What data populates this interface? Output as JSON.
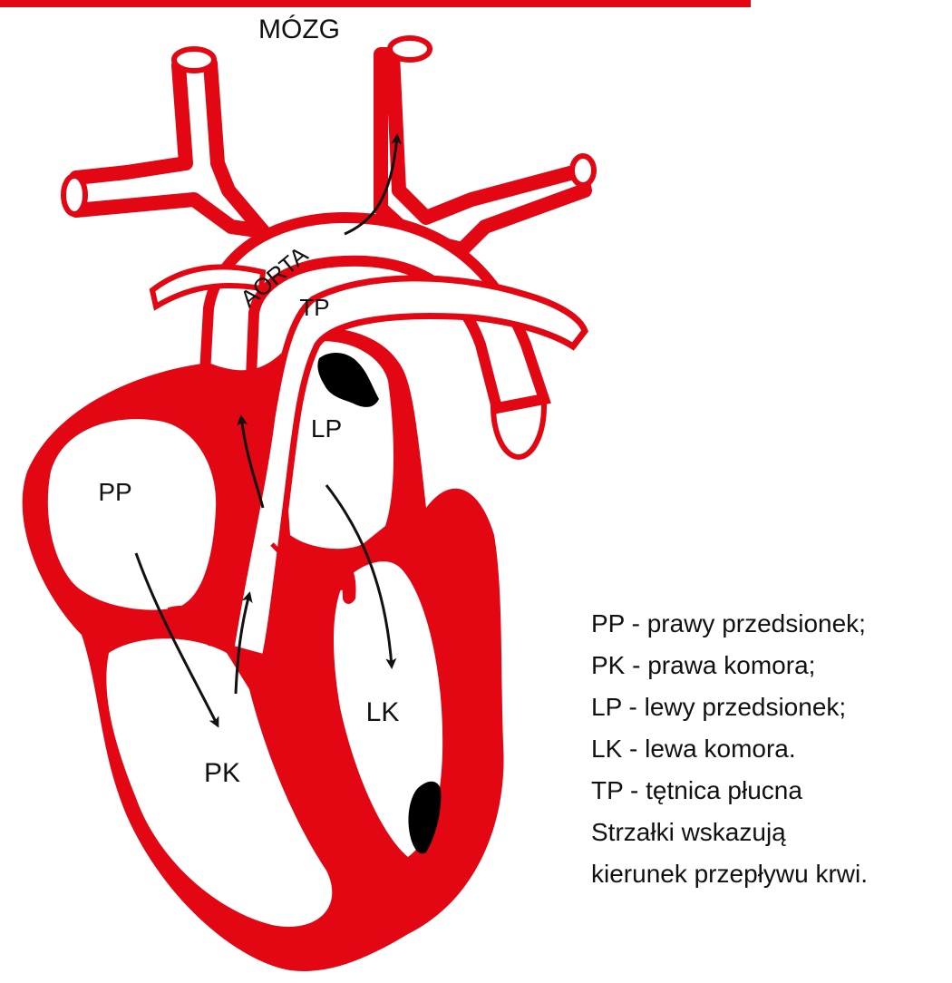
{
  "colors": {
    "heart_red": "#e30613",
    "ink": "#111111",
    "clot_black": "#000000",
    "background": "#ffffff"
  },
  "labels": {
    "brain": "MÓZG",
    "aorta": "AORTA",
    "tp": "TP",
    "pp": "PP",
    "pk": "PK",
    "lp": "LP",
    "lk": "LK"
  },
  "legend": {
    "lines": [
      "PP - prawy przedsionek;",
      "PK - prawa komora;",
      "LP - lewy przedsionek;",
      "LK - lewa komora.",
      "TP - tętnica płucna",
      "Strzałki wskazują",
      "kierunek przepływu krwi."
    ]
  }
}
